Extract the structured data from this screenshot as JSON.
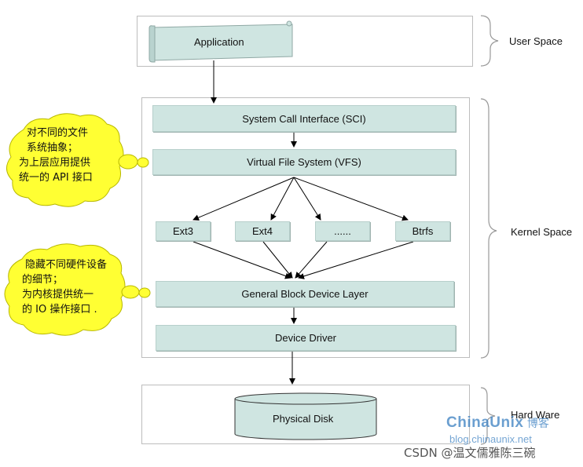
{
  "layers": {
    "user_space": "User Space",
    "kernel_space": "Kernel Space",
    "hardware": "Hard Ware"
  },
  "boxes": {
    "application": "Application",
    "sci": "System Call Interface (SCI)",
    "vfs": "Virtual File System (VFS)",
    "ext3": "Ext3",
    "ext4": "Ext4",
    "dots": "......",
    "btrfs": "Btrfs",
    "block_layer": "General Block Device Layer",
    "device_driver": "Device Driver",
    "physical_disk": "Physical Disk"
  },
  "callouts": {
    "vfs_note": [
      "对不同的文件",
      "系统抽象；",
      "为上层应用提供",
      "统一的 API 接口"
    ],
    "block_note": [
      "隐藏不同硬件设备",
      "的细节；",
      "为内核提供统一",
      "的 IO 操作接口 ."
    ]
  },
  "watermark": {
    "brand": "ChinaUnix",
    "brand_cn": "博客",
    "url": "blog.chinaunix.net",
    "csdn": "CSDN @温文儒雅陈三碗"
  },
  "colors": {
    "box_fill": "#cfe5e1",
    "callout_fill": "#ffff33",
    "brand_blue": "#3a7fc1"
  }
}
